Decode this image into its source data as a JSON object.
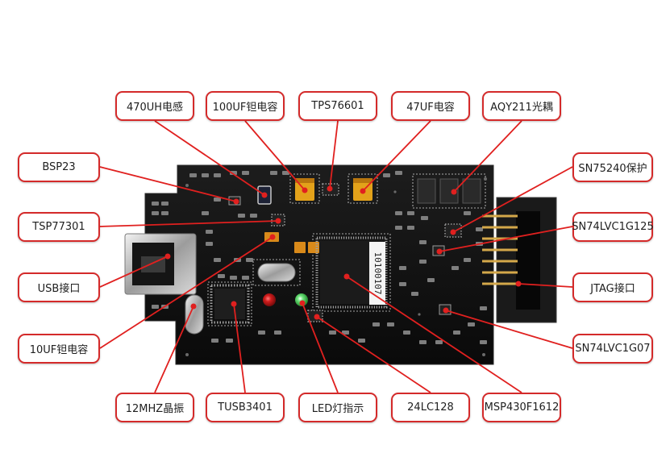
{
  "callouts": {
    "top": [
      "470UH电感",
      "100UF钽电容",
      "TPS76601",
      "47UF电容",
      "AQY211光耦"
    ],
    "left": [
      "BSP23",
      "TSP77301",
      "USB接口",
      "10UF钽电容"
    ],
    "right": [
      "SN75240保护",
      "SN74LVC1G125",
      "JTAG接口",
      "SN74LVC1G07"
    ],
    "bottom": [
      "12MHZ晶振",
      "TUSB3401",
      "LED灯指示",
      "24LC128",
      "MSP430F1612"
    ]
  },
  "chip_marking": "10100107",
  "colors": {
    "callout_border": "#d42a2a",
    "callout_line": "#e0201f",
    "board": "#111111",
    "background": "#ffffff",
    "tantalum_cap": "#e3a21a",
    "led_red": "#c81a1a",
    "led_green": "#38c24c",
    "jtag_pins": "#d4a84a"
  }
}
